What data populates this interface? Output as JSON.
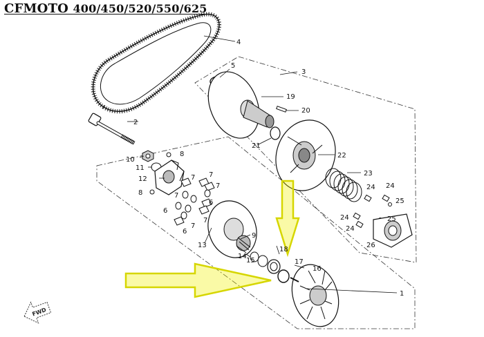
{
  "title": {
    "brand": "CFMOTO",
    "models": "400/450/520/550/625"
  },
  "callouts": {
    "c1": "1",
    "c2": "2",
    "c3": "3",
    "c4": "4",
    "c5": "5",
    "c6a": "6",
    "c6b": "6",
    "c6c": "6",
    "c7a": "7",
    "c7b": "7",
    "c7c": "7",
    "c7d": "7",
    "c7e": "7",
    "c7f": "7",
    "c8a": "8",
    "c8b": "8",
    "c9": "9",
    "c10": "10",
    "c11": "11",
    "c12": "12",
    "c13": "13",
    "c14": "14",
    "c15": "15",
    "c16": "16",
    "c17": "17",
    "c18": "18",
    "c19": "19",
    "c20": "20",
    "c21": "21",
    "c22": "22",
    "c23": "23",
    "c24a": "24",
    "c24b": "24",
    "c24c": "24",
    "c24d": "24",
    "c25a": "25",
    "c25b": "25",
    "c26": "26"
  },
  "fwd_label": "FWD",
  "colors": {
    "line": "#111111",
    "highlight_arrow": "#f2f200",
    "highlight_outline": "#b8b800"
  }
}
